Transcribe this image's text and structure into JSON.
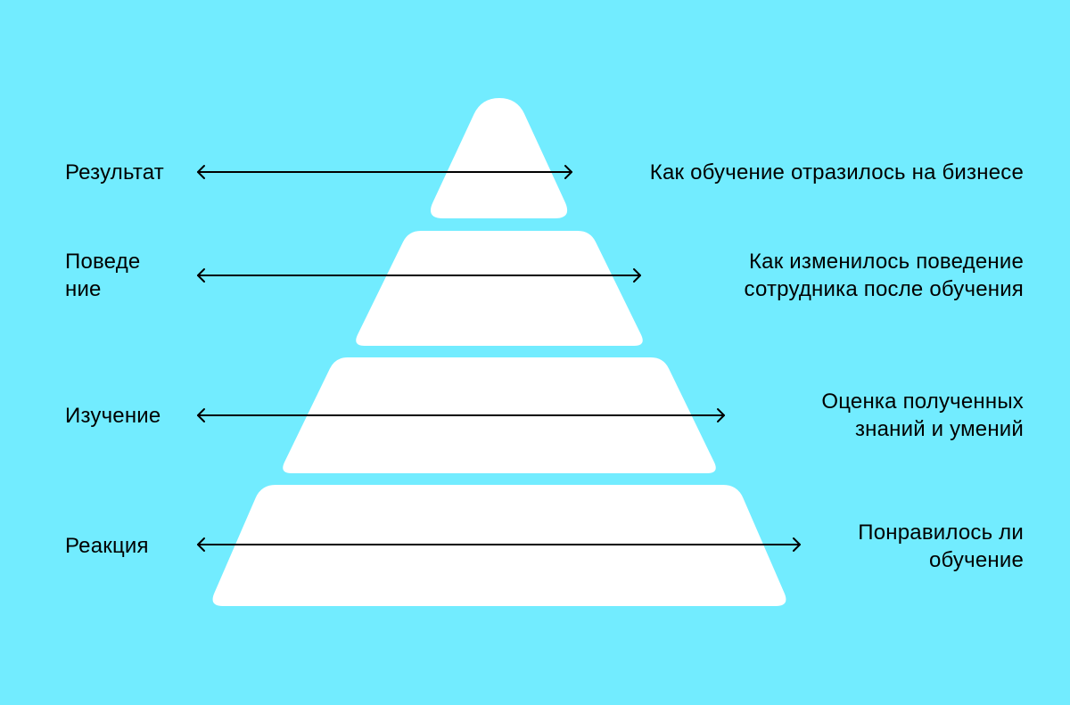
{
  "colors": {
    "background": "#72ecff",
    "tier_fill": "#ffffff",
    "text": "#000000",
    "arrow": "#000000"
  },
  "levels": [
    {
      "left_line1": "Результат",
      "left_line2": "",
      "right_line1": "Как обучение отразилось на бизнесе",
      "right_line2": ""
    },
    {
      "left_line1": "Поведе",
      "left_line2": "ние",
      "right_line1": "Как изменилось поведение",
      "right_line2": "сотрудника после обучения"
    },
    {
      "left_line1": "Изучение",
      "left_line2": "",
      "right_line1": "Оценка полученных",
      "right_line2": "знаний и умений"
    },
    {
      "left_line1": "Реакция",
      "left_line2": "",
      "right_line1": "Понравилось ли",
      "right_line2": "обучение"
    }
  ]
}
